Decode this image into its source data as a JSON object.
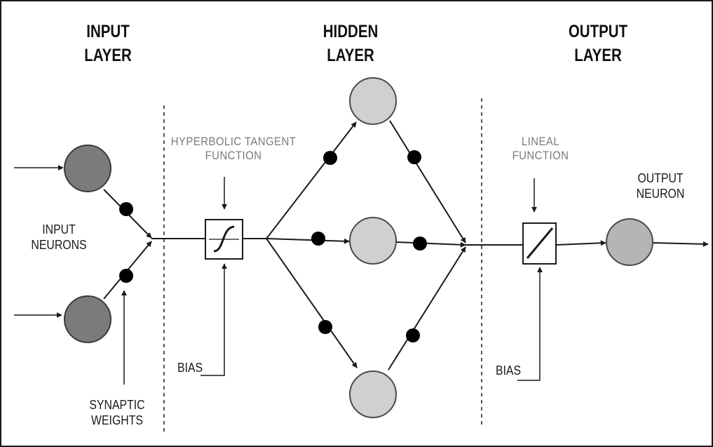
{
  "layers": {
    "input": {
      "line1": "INPUT",
      "line2": "LAYER"
    },
    "hidden": {
      "line1": "HIDDEN",
      "line2": "LAYER"
    },
    "output": {
      "line1": "OUTPUT",
      "line2": "LAYER"
    }
  },
  "labels": {
    "input_neurons": {
      "line1": "INPUT",
      "line2": "NEURONS"
    },
    "synaptic_weights": {
      "line1": "SYNAPTIC",
      "line2": "WEIGHTS"
    },
    "hyperbolic_tangent": {
      "line1": "HYPERBOLIC TANGENT",
      "line2": "FUNCTION"
    },
    "lineal_function": {
      "line1": "LINEAL",
      "line2": "FUNCTION"
    },
    "output_neuron": {
      "line1": "OUTPUT",
      "line2": "NEURON"
    },
    "bias_hidden": "BIAS",
    "bias_output": "BIAS"
  },
  "colors": {
    "input_neuron": "#7b7b7b",
    "hidden_neuron": "#d0d0d0",
    "output_neuron": "#b5b5b5",
    "line": "#1a1a1a",
    "weight_dot": "#000000"
  }
}
